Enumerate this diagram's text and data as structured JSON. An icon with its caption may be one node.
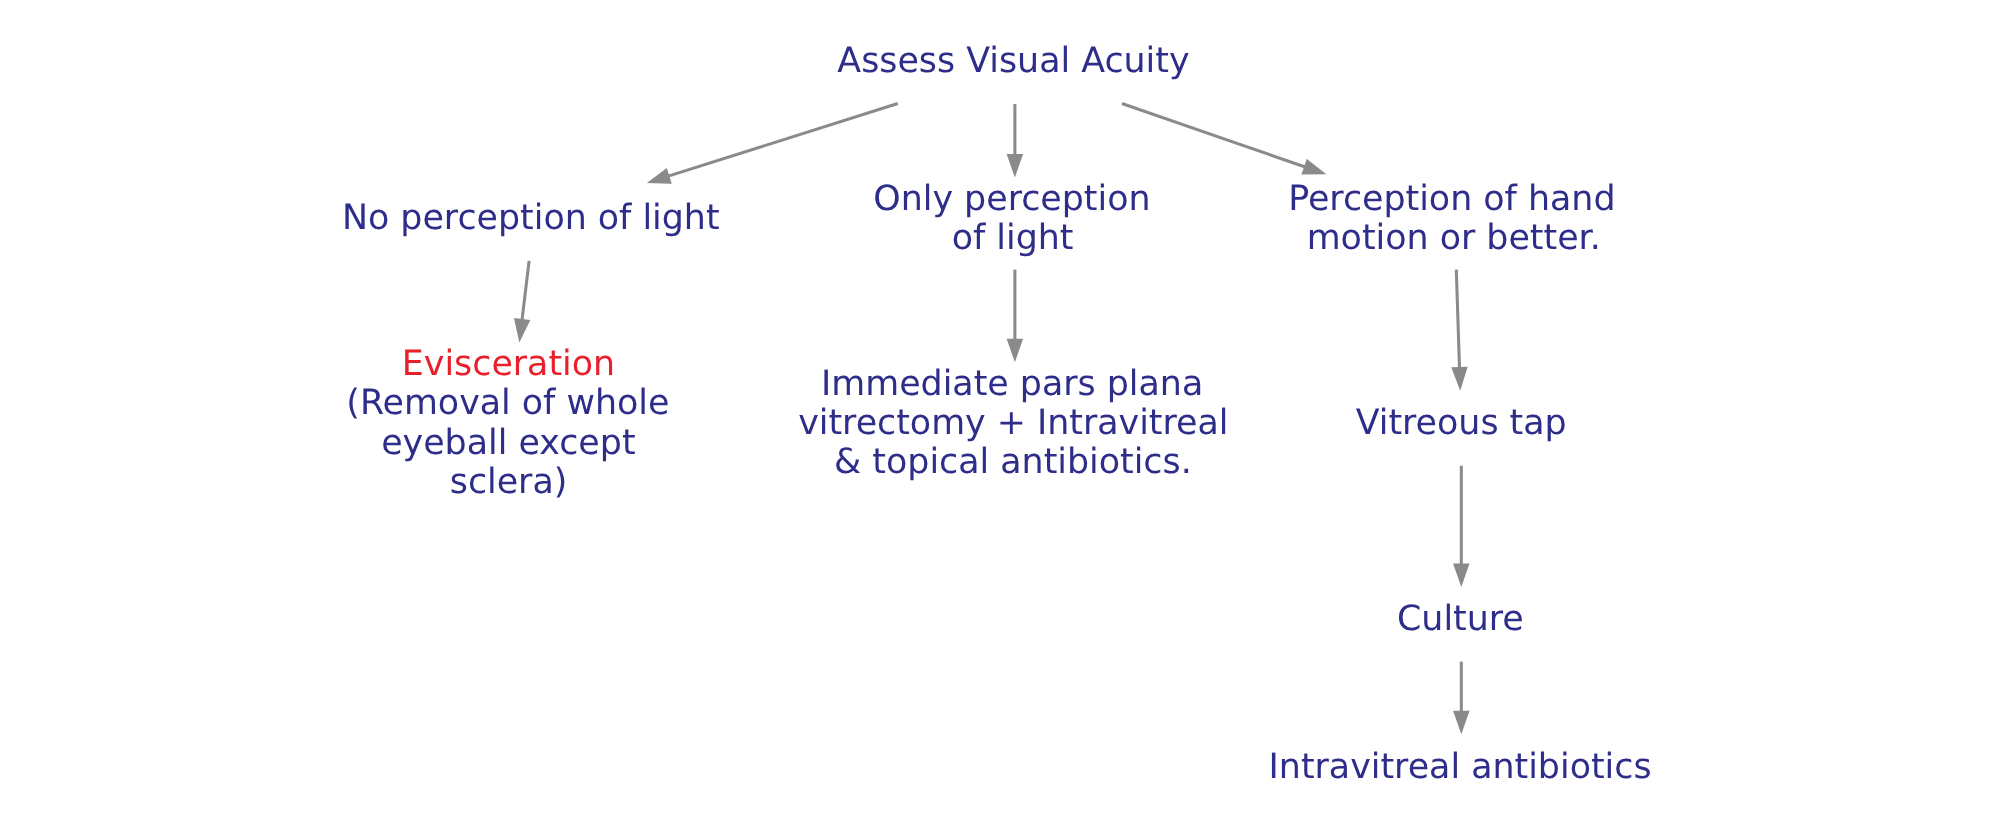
{
  "diagram": {
    "nodes": [
      {
        "text": [
          "Assess Visual Acuity"
        ]
      },
      {
        "text": [
          "No perception of light"
        ]
      },
      {
        "text": [
          "Only perception of light"
        ]
      },
      {
        "text": [
          "Perception of hand motion or better."
        ]
      },
      {
        "text": [
          "Evisceration",
          "(Removal of whole eyeball except sclera)"
        ]
      },
      {
        "text": [
          "Immediate pars plana vitrectomy + Intravitreal & topical antibiotics."
        ]
      },
      {
        "text": [
          "Vitreous tap"
        ]
      },
      {
        "text": [
          "Culture"
        ]
      },
      {
        "text": [
          "Intravitreal antibiotics"
        ]
      }
    ],
    "edges": [
      {
        "from": 0,
        "to": 1,
        "arrow": "to"
      },
      {
        "from": 0,
        "to": 2,
        "arrow": "to"
      },
      {
        "from": 0,
        "to": 3,
        "arrow": "to"
      },
      {
        "from": 1,
        "to": 4,
        "arrow": "to"
      },
      {
        "from": 2,
        "to": 5,
        "arrow": "to"
      },
      {
        "from": 3,
        "to": 6,
        "arrow": "to"
      },
      {
        "from": 6,
        "to": 7,
        "arrow": "to"
      },
      {
        "from": 7,
        "to": 8,
        "arrow": "to"
      }
    ]
  }
}
